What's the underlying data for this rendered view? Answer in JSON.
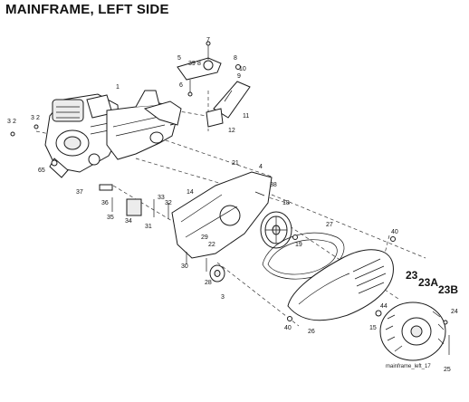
{
  "title": "MAINFRAME, LEFT SIDE",
  "diagram_id": "mainframe_left_17",
  "callouts": {
    "c1": "1",
    "c2": "2",
    "c3a": "3",
    "c3b": "3",
    "c3c": "3",
    "c4": "4",
    "c5": "5",
    "c6": "6",
    "c7": "7",
    "c8a": "8",
    "c8b": "8",
    "c9": "9",
    "c10": "10",
    "c11": "11",
    "c12": "12",
    "c14": "14",
    "c15": "15",
    "c18": "18",
    "c19": "19",
    "c21": "21",
    "c22": "22",
    "c23": "23",
    "c23a": "23A",
    "c23b": "23B",
    "c24": "24",
    "c25": "25",
    "c26": "26",
    "c27": "27",
    "c28": "28",
    "c29": "29",
    "c30": "30",
    "c31": "31",
    "c32": "32",
    "c33": "33",
    "c34": "34",
    "c35": "35",
    "c36": "36",
    "c37": "37",
    "c38": "38",
    "c39": "39",
    "c40a": "40",
    "c40b": "40",
    "c44": "44",
    "c65": "65"
  }
}
